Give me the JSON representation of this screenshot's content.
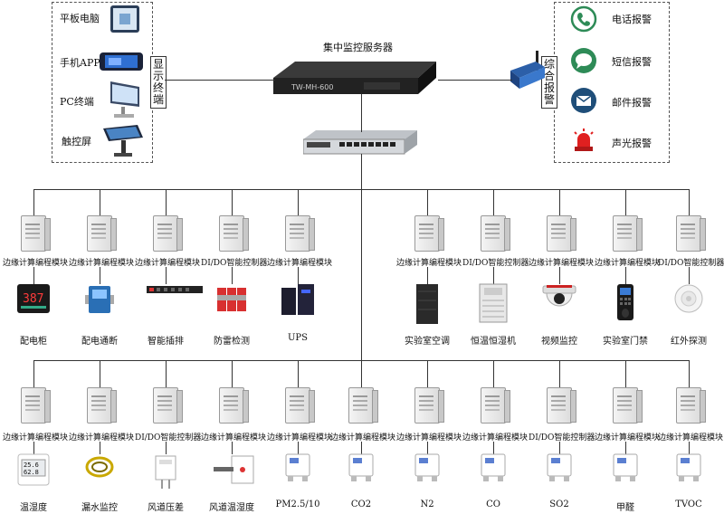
{
  "display_terminal": {
    "label": "显示终端",
    "items": [
      {
        "label": "平板电脑"
      },
      {
        "label": "手机APP"
      },
      {
        "label": "PC终端"
      },
      {
        "label": "触控屏"
      }
    ]
  },
  "server": {
    "label": "集中监控服务器",
    "model_text": "TW-MH-600"
  },
  "alarm": {
    "label": "综合报警",
    "items": [
      {
        "label": "电话报警",
        "icon": "phone-icon",
        "color": "#2e8b57"
      },
      {
        "label": "短信报警",
        "icon": "message-icon",
        "color": "#2e8b57"
      },
      {
        "label": "邮件报警",
        "icon": "mail-icon",
        "color": "#1f4e79"
      },
      {
        "label": "声光报警",
        "icon": "alarm-light-icon",
        "color": "#d42020"
      }
    ]
  },
  "row1": [
    {
      "module": "边缘计算编程模块",
      "device": "配电柜"
    },
    {
      "module": "边缘计算编程模块",
      "device": "配电通断"
    },
    {
      "module": "边缘计算编程模块",
      "device": "智能插排"
    },
    {
      "module": "DI/DO智能控制器",
      "device": "防雷检测"
    },
    {
      "module": "边缘计算编程模块",
      "device": "UPS"
    },
    {
      "module": "边缘计算编程模块",
      "device": "实验室空调"
    },
    {
      "module": "DI/DO智能控制器",
      "device": "恒温恒湿机"
    },
    {
      "module": "边缘计算编程模块",
      "device": "视频监控"
    },
    {
      "module": "边缘计算编程模块",
      "device": "实验室门禁"
    },
    {
      "module": "DI/DO智能控制器",
      "device": "红外探测"
    }
  ],
  "row2": [
    {
      "module": "边缘计算编程模块",
      "device": "温湿度"
    },
    {
      "module": "边缘计算编程模块",
      "device": "漏水监控"
    },
    {
      "module": "DI/DO智能控制器",
      "device": "风道压差"
    },
    {
      "module": "边缘计算编程模块",
      "device": "风道温湿度"
    },
    {
      "module": "边缘计算编程模块",
      "device": "PM2.5/10"
    },
    {
      "module": "边缘计算编程模块",
      "device": "CO2"
    },
    {
      "module": "边缘计算编程模块",
      "device": "N2"
    },
    {
      "module": "边缘计算编程模块",
      "device": "CO"
    },
    {
      "module": "DI/DO智能控制器",
      "device": "SO2"
    },
    {
      "module": "边缘计算编程模块",
      "device": "甲醛"
    },
    {
      "module": "边缘计算编程模块",
      "device": "TVOC"
    }
  ],
  "display_readout": {
    "line1": "387",
    "line2": "25.6",
    "line3": "62.8"
  }
}
